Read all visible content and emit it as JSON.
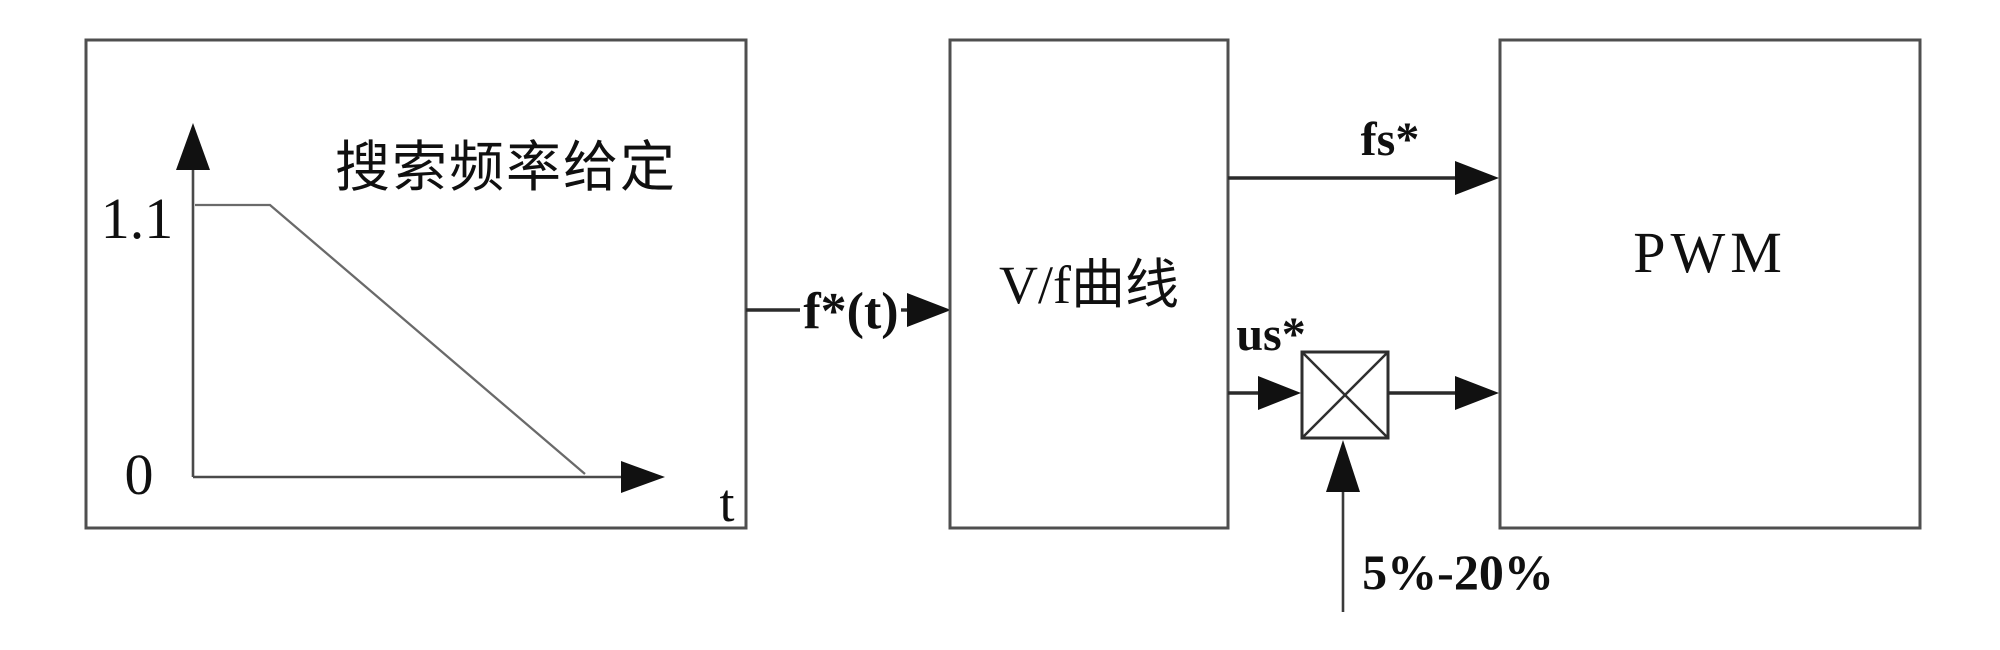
{
  "figure": {
    "background": "#ffffff",
    "line_color": "#2b2b2b",
    "text_color": "#101010",
    "description_labels_only": "scanned block diagram, no interactive UI"
  },
  "blocks": {
    "search_freq": {
      "title": "搜索频率给定"
    },
    "vf": {
      "label": "V/f曲线"
    },
    "pwm": {
      "label": "PWM"
    }
  },
  "inset_chart": {
    "type": "line",
    "title": "搜索频率给定",
    "y_start_label": "1.1",
    "origin_label": "0",
    "x_axis_label": "t",
    "series": [
      {
        "name": "f*(t)",
        "x": [
          0,
          0.2,
          1.0
        ],
        "y": [
          1.1,
          1.1,
          0
        ]
      }
    ],
    "shape": "holds at 1.1 then ramps linearly down to 0 over time t"
  },
  "signals": {
    "f_ref": "f*(t)",
    "fs_ref": "fs*",
    "us_ref": "us*",
    "gain_range": "5%-20%"
  }
}
